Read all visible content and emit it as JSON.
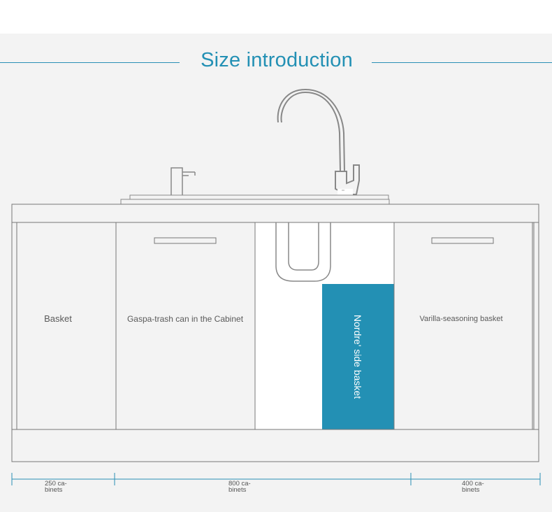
{
  "header": {
    "title": "Size introduction"
  },
  "cabinets": {
    "left_label": "Basket",
    "middle_label": "Gaspa-trash can in the Cabinet",
    "side_basket_label": "Nordre' side basket",
    "right_label": "Varilla-seasoning basket"
  },
  "dimensions": {
    "left": {
      "line1": "250 ca-",
      "line2": "binets"
    },
    "middle": {
      "line1": "800 ca-",
      "line2": "binets"
    },
    "right": {
      "line1": "400 ca-",
      "line2": "binets"
    }
  },
  "colors": {
    "accent": "#2390b4",
    "side_basket": "#2390b4",
    "background": "#f3f3f3"
  }
}
